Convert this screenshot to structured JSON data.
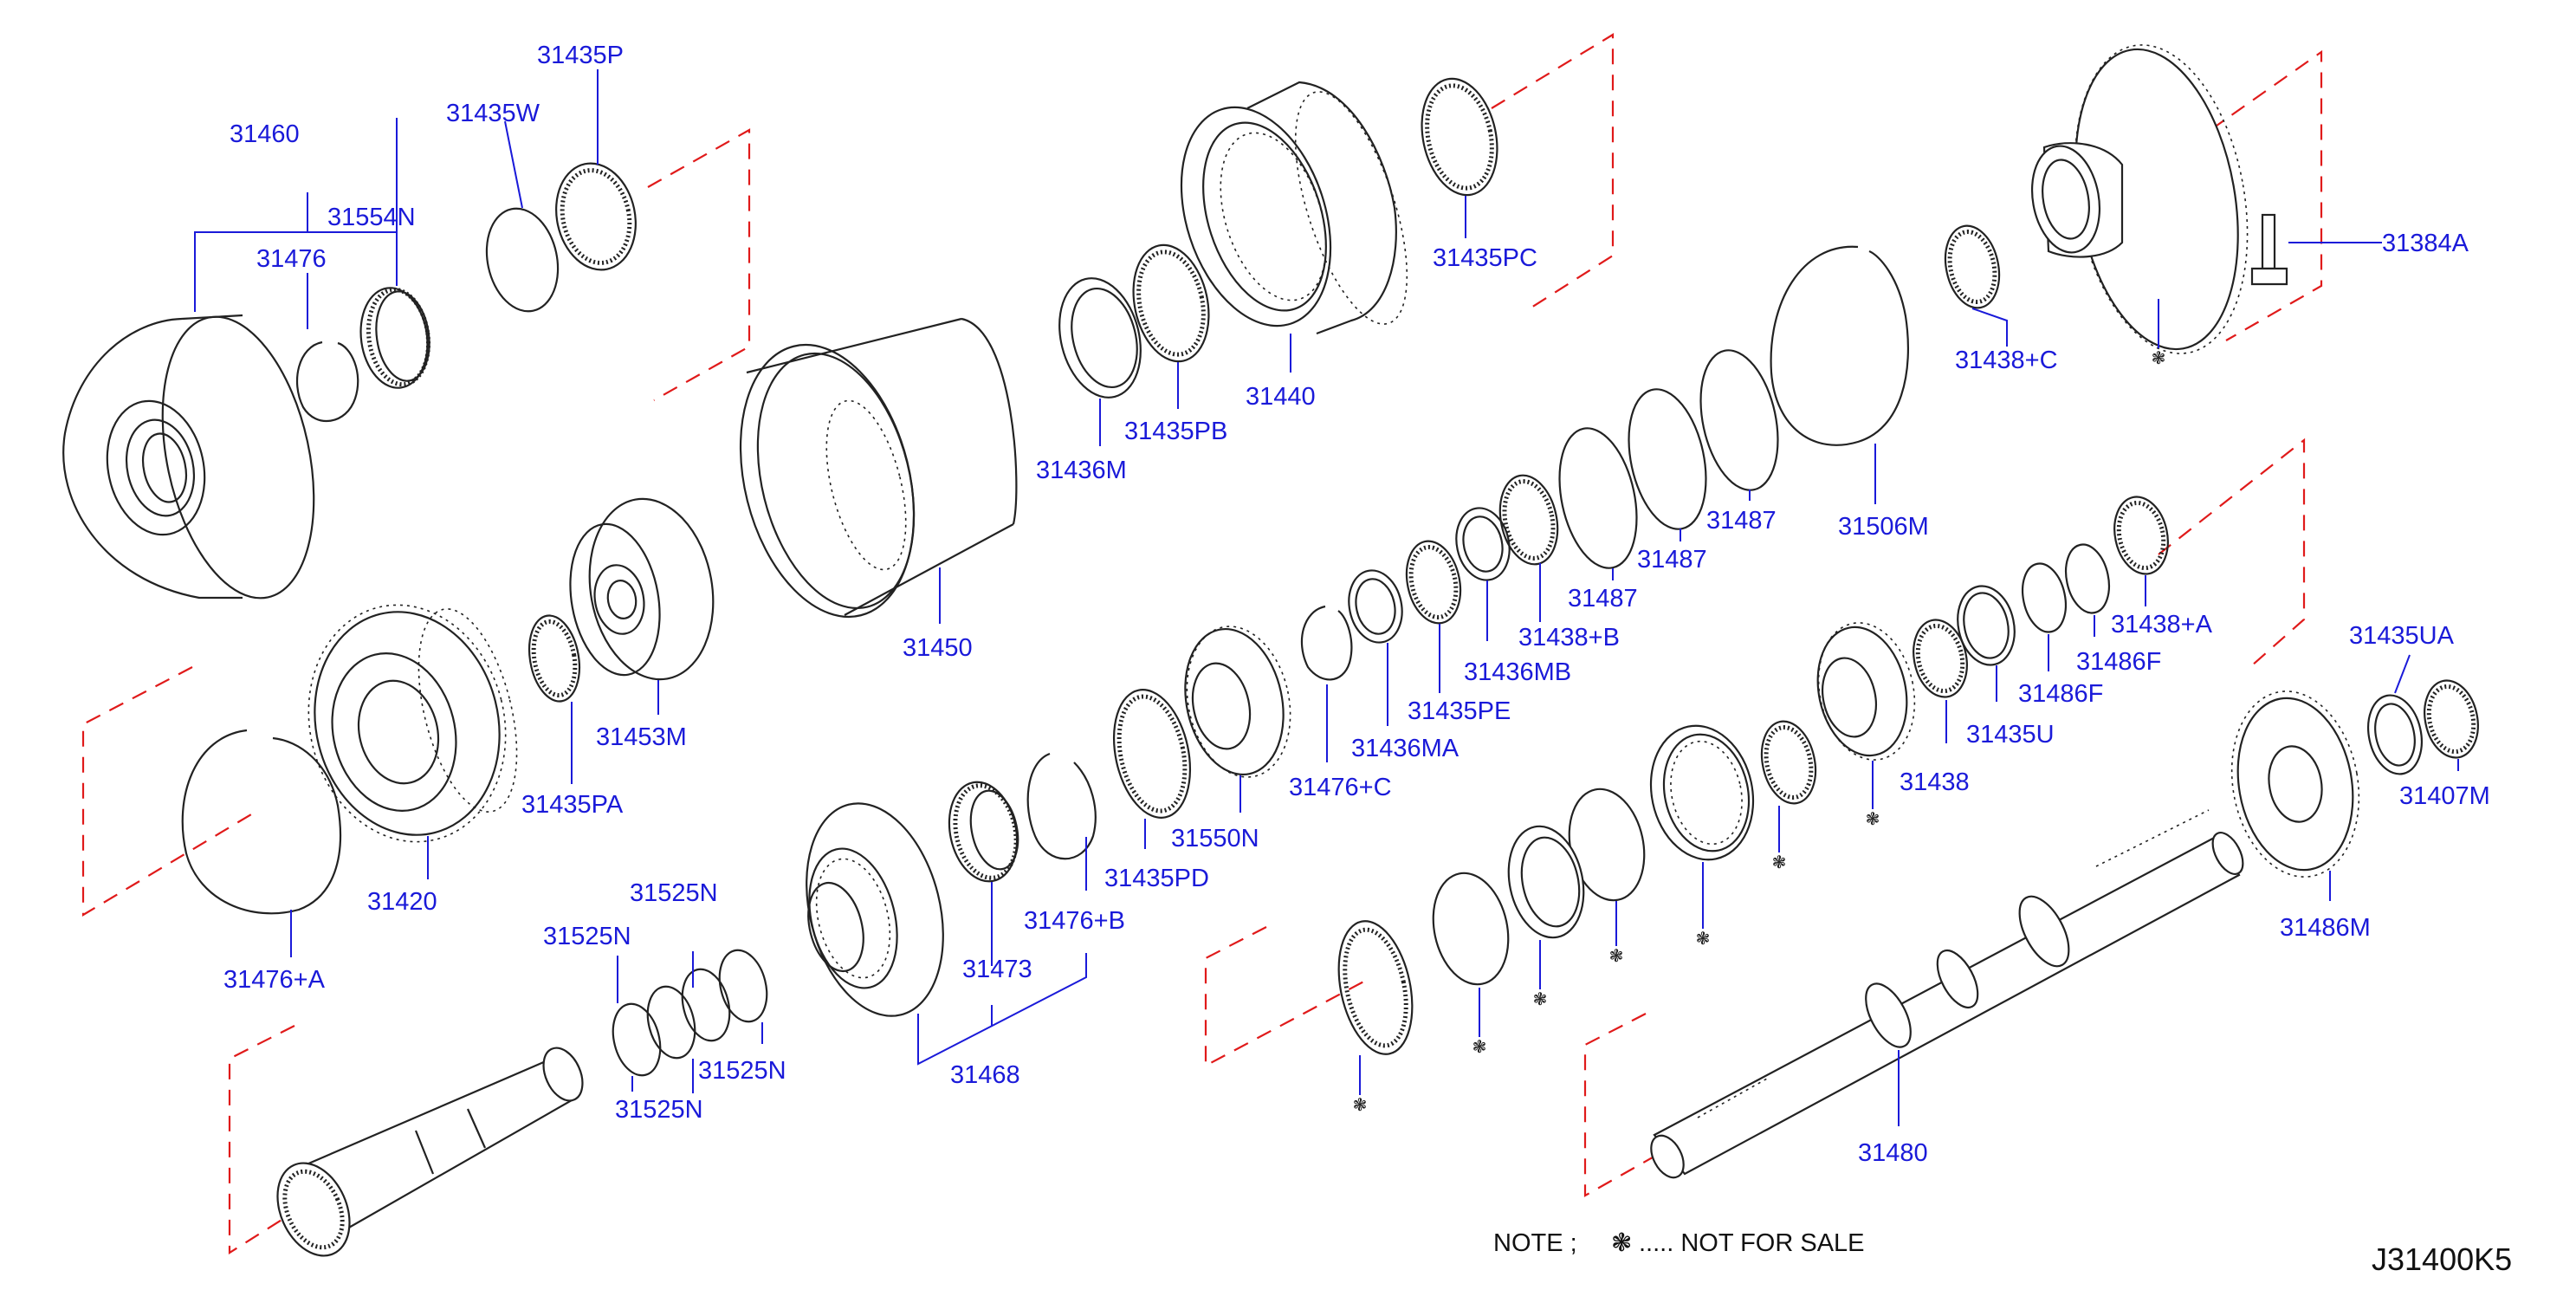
{
  "diagram": {
    "code": "J31400K5",
    "note": {
      "prefix": "NOTE  ;",
      "symbol": "❃",
      "suffix": "..... NOT   FOR   SALE"
    },
    "not_for_sale_mark": "❃",
    "labels": {
      "p31460": "31460",
      "p31435p": "31435P",
      "p31435w": "31435W",
      "p31554n": "31554N",
      "p31476": "31476",
      "p31440": "31440",
      "p31435pc": "31435PC",
      "p31436m": "31436M",
      "p31435pb": "31435PB",
      "p31450": "31450",
      "p31453m": "31453M",
      "p31435pa": "31435PA",
      "p31420": "31420",
      "p31476a": "31476+A",
      "p31525n_1": "31525N",
      "p31525n_2": "31525N",
      "p31525n_3": "31525N",
      "p31525n_4": "31525N",
      "p31468": "31468",
      "p31473": "31473",
      "p31476b": "31476+B",
      "p31435pd": "31435PD",
      "p31550n": "31550N",
      "p31476c": "31476+C",
      "p31436ma": "31436MA",
      "p31435pe": "31435PE",
      "p31436mb": "31436MB",
      "p31438b": "31438+B",
      "p31487_1": "31487",
      "p31487_2": "31487",
      "p31487_3": "31487",
      "p31506m": "31506M",
      "p31438c": "31438+C",
      "p31384a": "31384A",
      "p31438a": "31438+A",
      "p31486f_1": "31486F",
      "p31486f_2": "31486F",
      "p31435u": "31435U",
      "p31438": "31438",
      "p31435ua": "31435UA",
      "p31407m": "31407M",
      "p31486m": "31486M",
      "p31480": "31480"
    }
  }
}
